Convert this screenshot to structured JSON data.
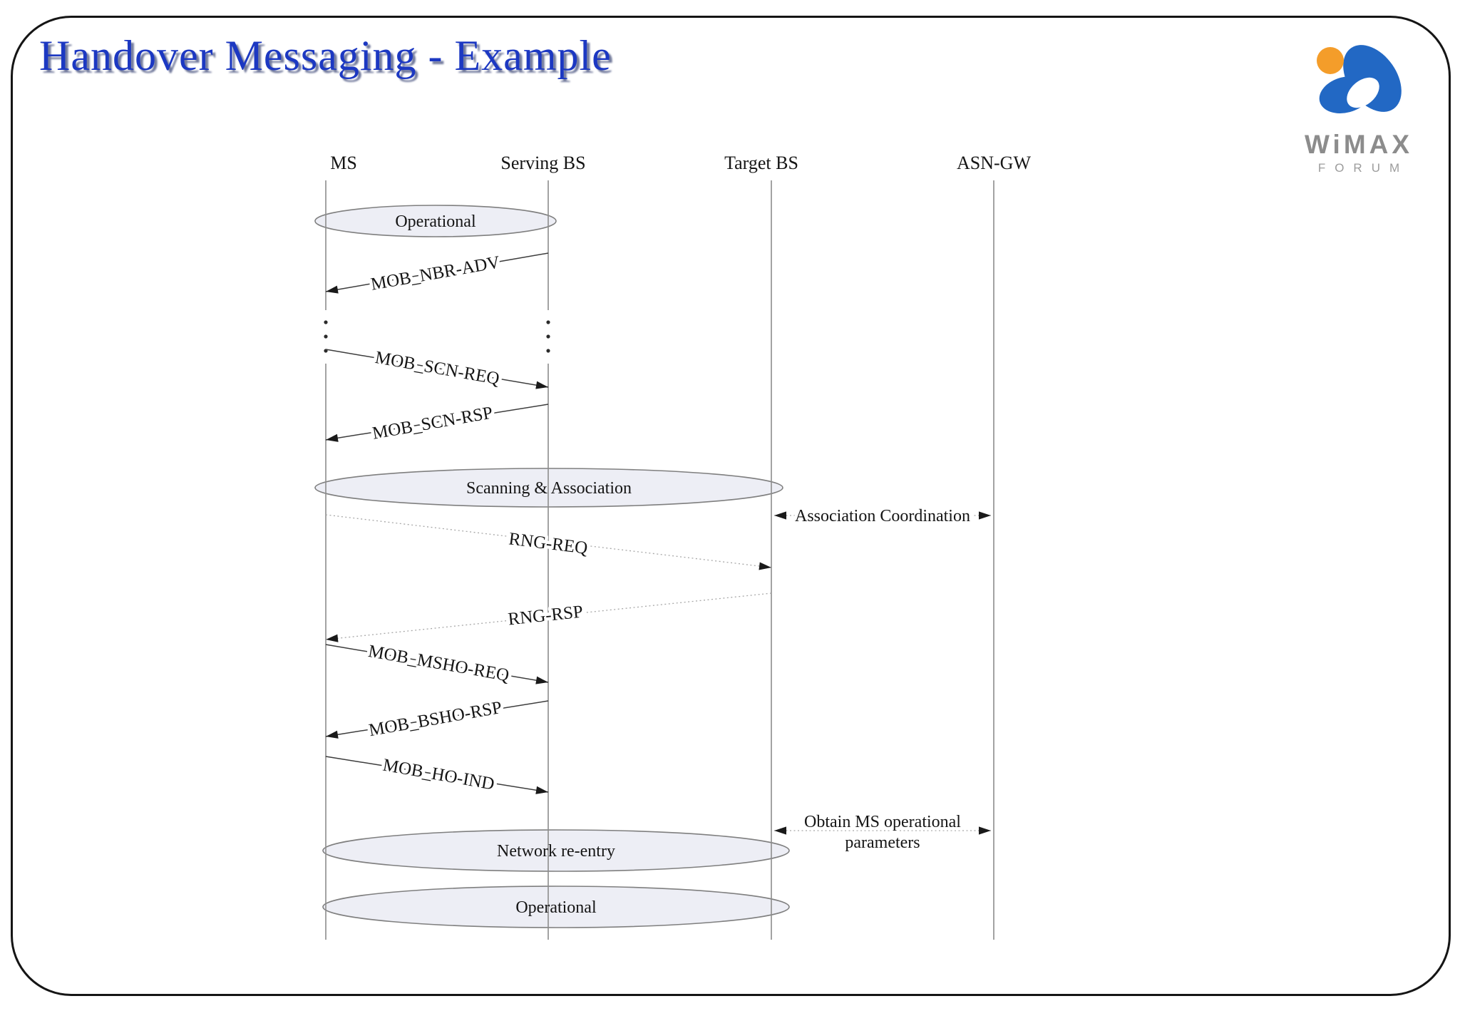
{
  "slide": {
    "title": "Handover Messaging - Example"
  },
  "logo": {
    "wordmark": "WiMAX",
    "subtext": "FORUM"
  },
  "colors": {
    "title_blue": "#1c38c2",
    "logo_orange": "#F49D2A",
    "logo_blue": "#2268C4",
    "state_ellipse_fill": "#EDEEF5"
  },
  "diagram": {
    "actors": [
      {
        "id": "ms",
        "label": "MS"
      },
      {
        "id": "serving-bs",
        "label": "Serving BS"
      },
      {
        "id": "target-bs",
        "label": "Target BS"
      },
      {
        "id": "asn-gw",
        "label": "ASN-GW"
      }
    ],
    "states": [
      {
        "label": "Operational",
        "span": [
          "ms",
          "serving-bs"
        ]
      },
      {
        "label": "Scanning & Association",
        "span": [
          "ms",
          "target-bs"
        ]
      },
      {
        "label": "Network re-entry",
        "span": [
          "ms",
          "target-bs"
        ]
      },
      {
        "label": "Operational",
        "span": [
          "ms",
          "target-bs"
        ]
      }
    ],
    "messages": [
      {
        "label": "MOB_NBR-ADV",
        "from": "serving-bs",
        "to": "ms",
        "style": "solid"
      },
      {
        "label": "MOB_SCN-REQ",
        "from": "ms",
        "to": "serving-bs",
        "style": "solid"
      },
      {
        "label": "MOB_SCN-RSP",
        "from": "serving-bs",
        "to": "ms",
        "style": "solid"
      },
      {
        "label": "RNG-REQ",
        "from": "ms",
        "to": "target-bs",
        "style": "dotted"
      },
      {
        "label": "RNG-RSP",
        "from": "target-bs",
        "to": "ms",
        "style": "dotted"
      },
      {
        "label": "MOB_MSHO-REQ",
        "from": "ms",
        "to": "serving-bs",
        "style": "solid"
      },
      {
        "label": "MOB_BSHO-RSP",
        "from": "serving-bs",
        "to": "ms",
        "style": "solid"
      },
      {
        "label": "MOB_HO-IND",
        "from": "ms",
        "to": "serving-bs",
        "style": "solid"
      }
    ],
    "coordinations": [
      {
        "label": "Association Coordination",
        "between": [
          "target-bs",
          "asn-gw"
        ]
      },
      {
        "lines": [
          "Obtain MS operational",
          "parameters"
        ],
        "between": [
          "target-bs",
          "asn-gw"
        ]
      }
    ]
  }
}
